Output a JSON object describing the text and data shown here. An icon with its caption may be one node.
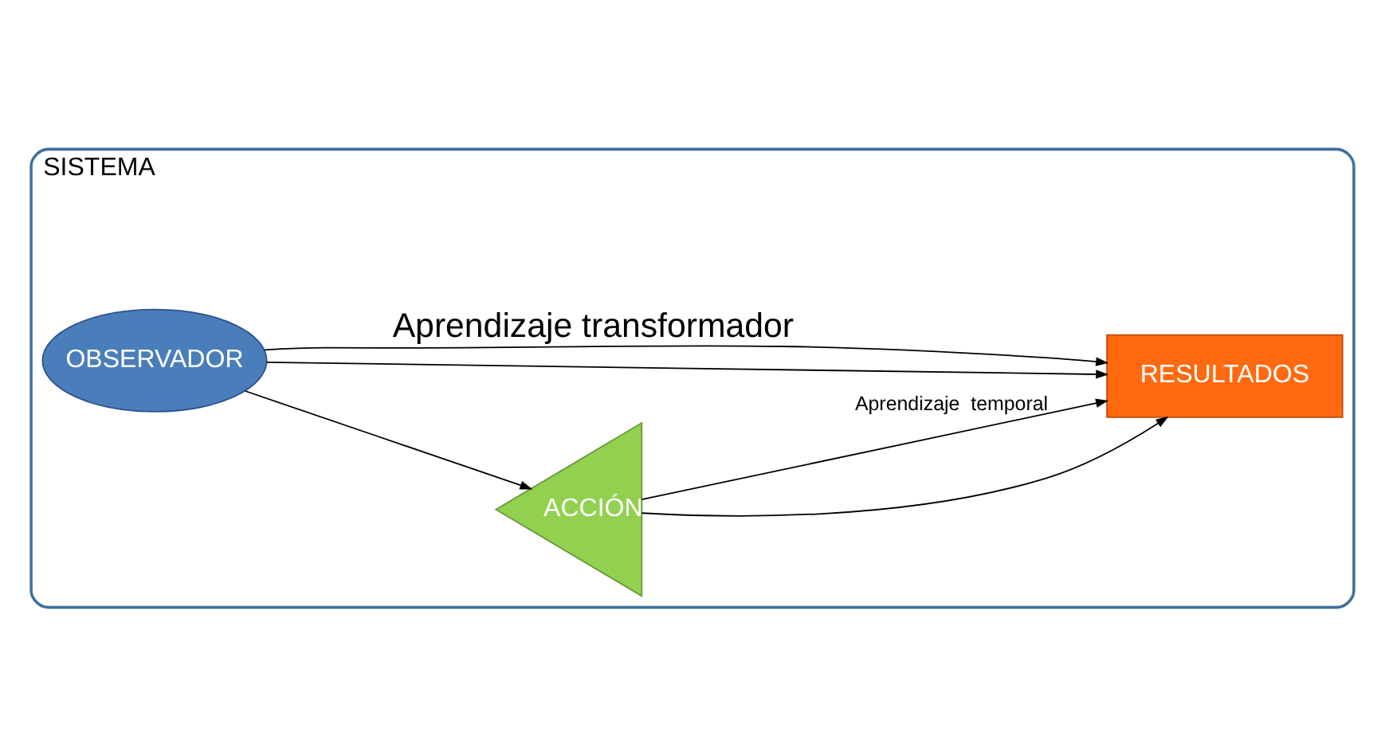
{
  "diagram": {
    "nodes": [
      {
        "text": [
          "SISTEMA"
        ]
      },
      {
        "text": [
          "OBSERVADOR"
        ],
        "in": 0
      },
      {
        "text": [
          "ACCIÓN"
        ],
        "in": 0
      },
      {
        "text": [
          "RESULTADOS"
        ],
        "in": 0
      }
    ],
    "edges": [
      {
        "from": 1,
        "to": 3,
        "arrow": "to"
      },
      {
        "from": 1,
        "to": 2,
        "arrow": "to"
      },
      {
        "from": 2,
        "to": 3,
        "arrow": "to"
      },
      {
        "from": 2,
        "to": 3,
        "arrow": "to",
        "label": "Aprendizaje  temporal"
      },
      {
        "from": 1,
        "to": 3,
        "arrow": "to",
        "label": "Aprendizaje transformador"
      }
    ]
  }
}
